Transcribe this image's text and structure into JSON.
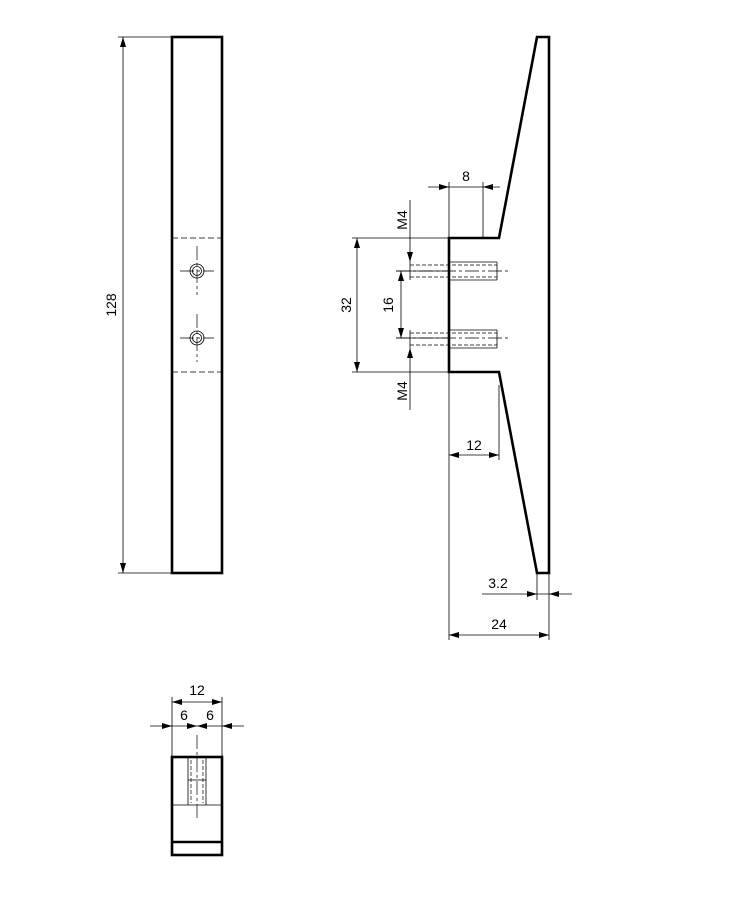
{
  "dimensions": {
    "length": "128",
    "hole_spacing": "32",
    "pitch": "16",
    "thread_top": "M4",
    "thread_bottom": "M4",
    "thread_depth": "8",
    "base_width": "12",
    "tip_thickness": "3.2",
    "total_depth": "24",
    "bottom_width": "12",
    "half_left": "6",
    "half_right": "6"
  },
  "colors": {
    "line": "#000000",
    "background": "#ffffff"
  }
}
